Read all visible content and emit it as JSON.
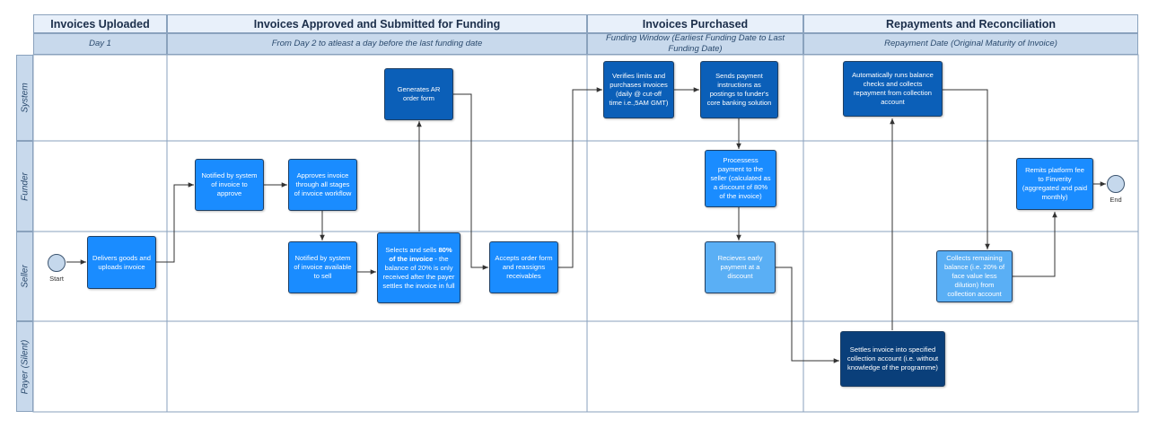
{
  "phases": [
    {
      "title": "Invoices Uploaded",
      "subtitle": "Day 1"
    },
    {
      "title": "Invoices Approved and Submitted for Funding",
      "subtitle": "From Day 2 to atleast a day before the last funding date"
    },
    {
      "title": "Invoices Purchased",
      "subtitle": "Funding Window (Earliest Funding Date to Last Funding Date)"
    },
    {
      "title": "Repayments and Reconciliation",
      "subtitle": "Repayment Date (Original Maturity of Invoice)"
    }
  ],
  "lanes": [
    "System",
    "Funder",
    "Seller",
    "Payer (Silent)"
  ],
  "terminals": {
    "start": "Start",
    "end": "End"
  },
  "boxes": {
    "delivers": "Delivers goods and uploads invoice",
    "notified_approve": "Notified by system of invoice to approve",
    "approves": "Approves invoice through all stages of invoice workflow",
    "notified_sell": "Notified by system of invoice available to sell",
    "selects_pre": "Selects and sells ",
    "selects_bold": "80% of the invoice",
    "selects_post": " - the balance of 20% is only received after the payer settles the invoice in full",
    "generates": "Generates AR order form",
    "accepts": "Accepts order form and reassigns receivables",
    "verifies": "Verifies limits and purchases invoices (daily @ cut-off time i.e.,5AM GMT)",
    "sends": "Sends payment instructions as postings to funder's core banking solution",
    "processes": "Processess payment to the seller (calculated as a discount of 80% of the invoice)",
    "receives": "Recieves early payment at a discount",
    "settles": "Settles invoice into specified collection account (i.e. without knowledge of the programme)",
    "auto_runs": "Automatically runs balance checks and collects repayment from collection account",
    "collects": "Collects remaining balance (i.e. 20% of face value less dilution) from collection account",
    "remits": "Remits platform fee to Finverity (aggregated and paid monthly)"
  }
}
